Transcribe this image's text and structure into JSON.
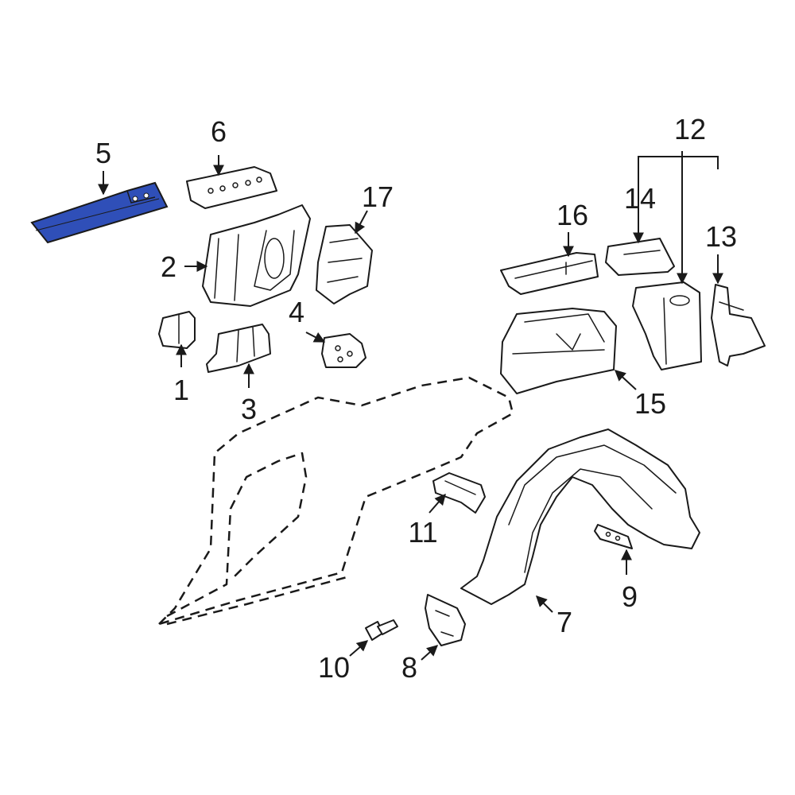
{
  "diagram": {
    "highlight_color": "#2f4fb8",
    "highlighted_part": "5",
    "callouts": [
      "1",
      "2",
      "3",
      "4",
      "5",
      "6",
      "7",
      "8",
      "9",
      "10",
      "11",
      "12",
      "13",
      "14",
      "15",
      "16",
      "17"
    ]
  }
}
